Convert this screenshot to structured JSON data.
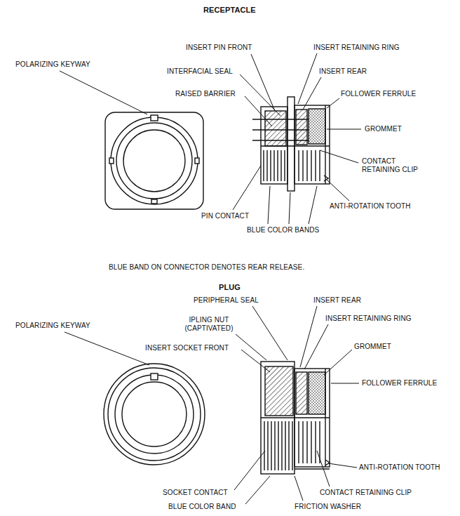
{
  "diagram": {
    "labels": [
      "RECEPTACLE",
      "POLARIZING KEYWAY",
      "INSERT PIN FRONT",
      "INSERT RETAINING RING",
      "INTERFACIAL SEAL",
      "INSERT REAR",
      "RAISED BARRIER",
      "FOLLOWER FERRULE",
      "GROMMET",
      "CONTACT RETAINING CLIP",
      "ANTI-ROTATION TOOTH",
      "PIN CONTACT",
      "BLUE COLOR BANDS",
      "BLUE BAND ON CONNECTOR DENOTES REAR RELEASE.",
      "PLUG",
      "PERIPHERAL SEAL",
      "INSERT REAR",
      "IPLING NUT (CAPTIVATED)",
      "INSERT RETAINING RING",
      "POLARIZING KEYWAY",
      "INSERT SOCKET FRONT",
      "GROMMET",
      "FOLLOWER FERRULE",
      "ANTI-ROTATION TOOTH",
      "SOCKET CONTACT",
      "CONTACT RETAINING CLIP",
      "BLUE COLOR BAND",
      "FRICTION WASHER"
    ]
  }
}
